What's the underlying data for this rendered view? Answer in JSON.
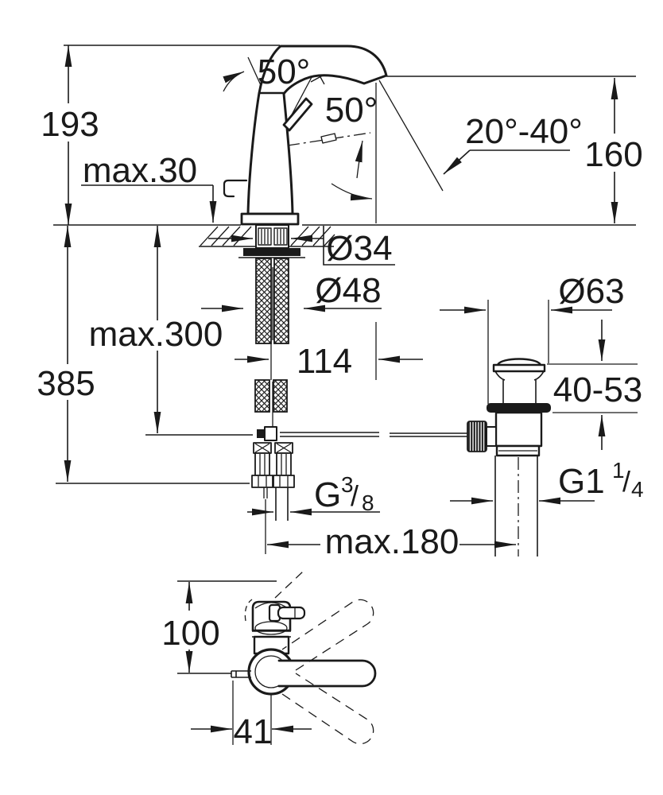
{
  "drawing": {
    "type": "faucet-installation-dimension-drawing",
    "colors": {
      "line": "#1a1a1a",
      "background": "#ffffff"
    },
    "dims": {
      "height_193": "193",
      "deck_max30": "max.30",
      "angle50_handle": "50°",
      "angle50_lever": "50°",
      "angle_spray": "20°-40°",
      "height_160": "160",
      "dia34": "Ø34",
      "dia48": "Ø48",
      "dia63": "Ø63",
      "depth_max300": "max.300",
      "height_385": "385",
      "projection_114": "114",
      "plug_height_4053": "40-53",
      "g38_base": "G",
      "g38_num": "3",
      "g38_slash": "/",
      "g38_den": "8",
      "g114_base": "G1",
      "g114_num": "1",
      "g114_slash": "/",
      "g114_den": "4",
      "reach_max180": "max.180",
      "top_height_100": "100",
      "top_offset_41": "41"
    }
  }
}
